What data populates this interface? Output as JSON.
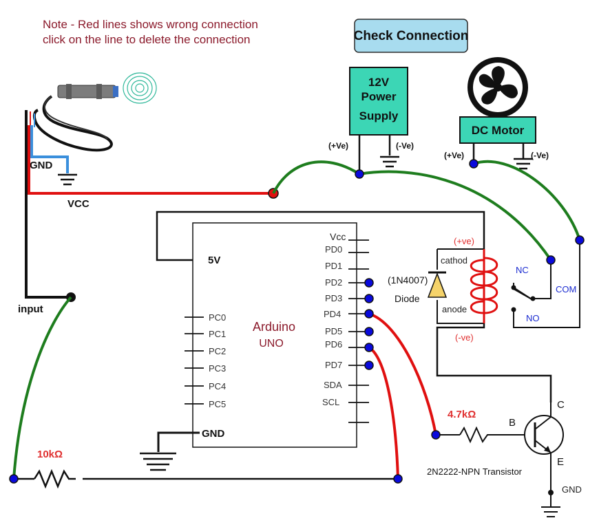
{
  "note": {
    "line1": "Note - Red lines shows wrong connection",
    "line2": "click on the line to delete the connection"
  },
  "check_button": {
    "label": "Check Connection"
  },
  "power_supply": {
    "line1": "12V",
    "line2": "Power",
    "line3": "Supply",
    "pos_label": "(+Ve)",
    "neg_label": "(-Ve)"
  },
  "dc_motor": {
    "label": "DC Motor",
    "pos_label": "(+Ve)",
    "neg_label": "(-Ve)"
  },
  "sensor": {
    "gnd_label": "GND",
    "vcc_label": "VCC",
    "input_label": "input"
  },
  "arduino": {
    "title_line1": "Arduino",
    "title_line2": "UNO",
    "left_pins": [
      "5V",
      "PC0",
      "PC1",
      "PC2",
      "PC3",
      "PC4",
      "PC5",
      "GND"
    ],
    "right_pins": [
      "Vcc",
      "PD0",
      "PD1",
      "PD2",
      "PD3",
      "PD4",
      "PD5",
      "PD6",
      "PD7",
      "SDA",
      "SCL"
    ]
  },
  "relay": {
    "pos_label": "(+ve)",
    "neg_label": "(-ve)",
    "cathode_label": "cathod",
    "anode_label": "anode",
    "diode_part": "(1N4007)",
    "diode_label": "Diode",
    "nc_label": "NC",
    "no_label": "NO",
    "com_label": "COM"
  },
  "transistor": {
    "resistor_label": "4.7kΩ",
    "base_label": "B",
    "collector_label": "C",
    "emitter_label": "E",
    "name": "2N2222-NPN Transistor",
    "gnd_label": "GND"
  },
  "pulldown": {
    "resistor_label": "10kΩ"
  },
  "colors": {
    "note_text": "#8b1a2b",
    "wire_ok": "#1e7d1e",
    "wire_wrong": "#e01010",
    "terminal": "#0a0adc",
    "box_teal": "#3cd6b5",
    "button_fill": "#a8dcef",
    "relay_label": "#e03030",
    "resistor_label": "#e03030",
    "sensor_wire_blue": "#3a8fdc"
  }
}
